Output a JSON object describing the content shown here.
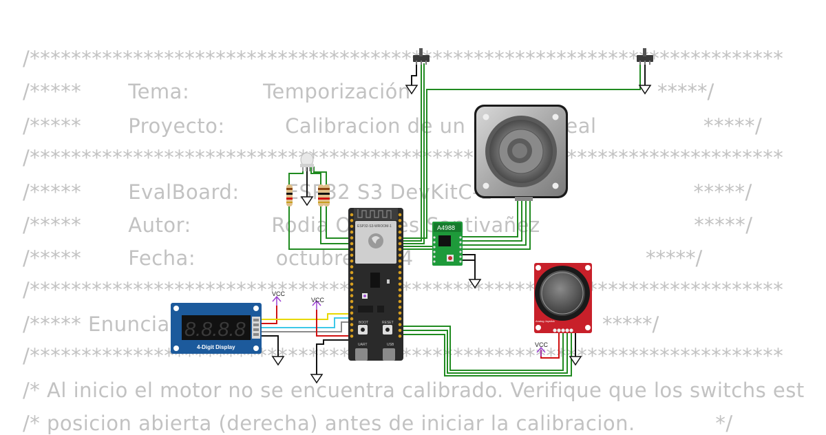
{
  "code_lines": [
    "/*************************************************************************",
    "/*****       Tema:           Temporización",
    "/*****       Proyecto:         Calibracion de un motor lineal                *****/",
    "/*************************************************************************",
    "/*****       EvalBoard:       ESP32 S3 DevKitC-1                              *****/",
    "/*****       Autor:            Rodia Olivares Santivañez                       *****/",
    "/*****       Fecha:            octubre 2024",
    "/*************************************************************************",
    "/***** Enunciado:",
    "/*************************************************************************",
    "/* Al inicio el motor no se encuentra calibrado. Verifique que los switchs est",
    "/* posicion abierta (derecha) antes de iniciar la calibracion.            */"
  ],
  "overlay_text": {
    "tema_end": "*****/",
    "fecha_end": "*****/",
    "enunciado_end": "*****/"
  },
  "components": {
    "esp32": {
      "label": "ESP32-S3-WROOM-1",
      "boot": "BOOT",
      "reset": "RESET",
      "uart": "UART",
      "usb": "USB"
    },
    "driver": {
      "label": "A4988"
    },
    "display": {
      "digits": "8.8.8.8",
      "label": "4-Digit Display"
    },
    "joystick": {
      "label": "Analog Joystick"
    },
    "vcc_labels": [
      "VCC",
      "VCC",
      "VCC"
    ]
  },
  "colors": {
    "wire_green": "#1f8a1f",
    "wire_red": "#d01010",
    "wire_black": "#111111",
    "wire_yellow": "#e8d800",
    "wire_cyan": "#3cc8e8",
    "wire_gray": "#8a8a8a",
    "vcc_purple": "#9a3fd0",
    "board_dark": "#2a2a2a",
    "driver_green": "#1e9a3a",
    "display_blue": "#1c5a9c",
    "joystick_red": "#c8202a"
  }
}
